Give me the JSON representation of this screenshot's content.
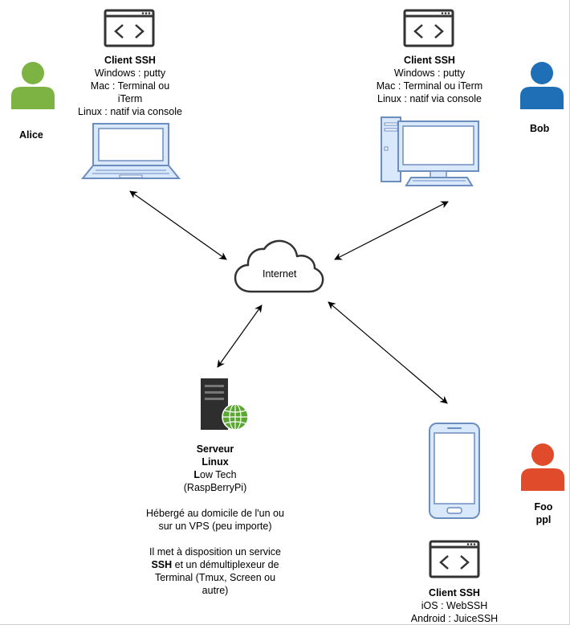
{
  "alice": {
    "name": "Alice",
    "client": {
      "title": "Client SSH",
      "lines": [
        "Windows : putty",
        "Mac : Terminal ou iTerm",
        "Linux : natif via console"
      ]
    }
  },
  "bob": {
    "name": "Bob",
    "client": {
      "title": "Client SSH",
      "lines": [
        "Windows : putty",
        "Mac : Terminal ou iTerm",
        "Linux : natif via console"
      ]
    }
  },
  "internet": {
    "label": "Internet"
  },
  "server": {
    "title_line1": "Serveur",
    "title_line2": "Linux",
    "lowtech_first": "L",
    "lowtech_rest": "ow Tech",
    "hardware": "(RaspBerryPi)",
    "hosted_line1": "Hébergé au domicile de l'un ou",
    "hosted_line2": "sur un VPS (peu importe)",
    "service_line1": "Il met à disposition un service",
    "service_ssh": "SSH",
    "service_line2_rest": " et un démultiplexeur de",
    "service_line3": "Terminal (Tmux, Screen ou",
    "service_line4": "autre)"
  },
  "foo": {
    "name_line1": "Foo",
    "name_line2": "ppl",
    "client": {
      "title": "Client SSH",
      "lines": [
        "iOS : WebSSH",
        "Android : JuiceSSH"
      ]
    }
  },
  "colors": {
    "alice": "#7cb342",
    "bob": "#1e6fb5",
    "foo": "#e04b2b",
    "device_fill": "#dae8fc",
    "device_stroke": "#6c8ebf",
    "globe": "#5aa832",
    "server_dark": "#2e2e2e"
  }
}
